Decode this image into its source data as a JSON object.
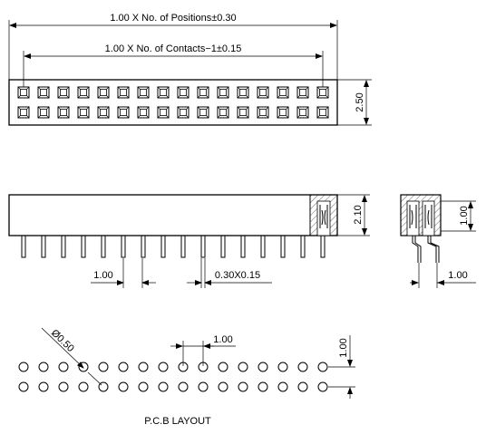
{
  "top_view": {
    "positions_dim": "1.00 X No. of Positions±0.30",
    "contacts_dim": "1.00 X No. of Contacts−1±0.15",
    "height_dim": "2.50",
    "contacts_per_row": 16,
    "rows": 2
  },
  "side_view": {
    "height_dim": "2.10",
    "pitch_dim": "1.00",
    "pin_dim": "0.30X0.15",
    "pin_count": 16
  },
  "end_view": {
    "height_dim": "1.00",
    "pitch_dim": "1.00"
  },
  "pcb_layout": {
    "hole_dim": "Ø0.50",
    "pitch_dim": "1.00",
    "row_pitch_dim": "1.00",
    "title": "P.C.B LAYOUT",
    "holes_per_row": 16,
    "rows": 2
  }
}
